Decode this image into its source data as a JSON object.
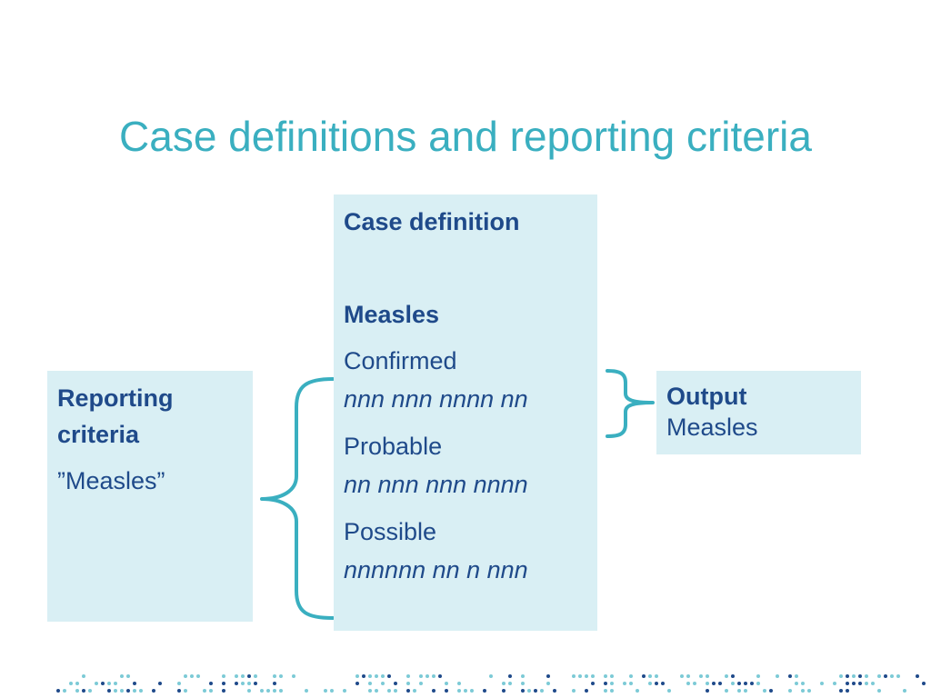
{
  "slide": {
    "title": "Case definitions and reporting criteria"
  },
  "reporting": {
    "heading": "Reporting criteria",
    "value": "”Measles”"
  },
  "case_definition": {
    "heading": "Case definition",
    "disease": "Measles",
    "items": [
      {
        "label": "Confirmed",
        "code": "nnn nnn nnnn nn"
      },
      {
        "label": "Probable",
        "code": "nn nnn nnn nnnn"
      },
      {
        "label": "Possible",
        "code": "nnnnnn nn n nnn"
      }
    ]
  },
  "output": {
    "heading": "Output",
    "value": "Measles"
  },
  "colors": {
    "title": "#3aafc0",
    "box_fill": "#d9eff4",
    "text": "#1f4a8a",
    "brace": "#3aafc0",
    "dots_light": "#7ccad6",
    "dots_dark": "#1f4a8a"
  }
}
